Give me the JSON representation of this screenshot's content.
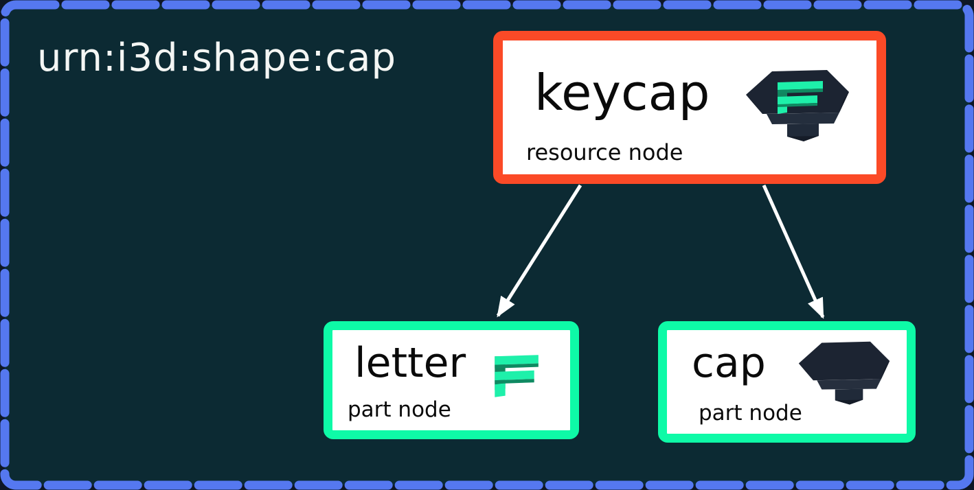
{
  "diagram": {
    "title": "urn:i3d:shape:cap",
    "frame": {
      "style": "dashed-rounded-border",
      "border_color": "#5578f0",
      "inner_background": "#0c2a33",
      "outer_background": "#0e1726"
    },
    "colors": {
      "resource_accent": "#fb4a27",
      "part_accent": "#0efaa7",
      "node_background": "#ffffff",
      "node_text": "#0a0a0a",
      "arrow": "#ffffff",
      "title_text": "#f4f6f4",
      "icon_dark_navy": "#1c2432",
      "icon_green_bright": "#1ef0aa",
      "icon_green_dark": "#12855f"
    },
    "nodes": [
      {
        "id": "keycap",
        "label": "keycap",
        "type_label": "resource node",
        "role": "resource",
        "icon": "keycap-3d-icon"
      },
      {
        "id": "letter",
        "label": "letter",
        "type_label": "part node",
        "role": "part",
        "icon": "letter-f-3d-icon"
      },
      {
        "id": "cap",
        "label": "cap",
        "type_label": "part node",
        "role": "part",
        "icon": "cap-3d-icon"
      }
    ],
    "edges": [
      {
        "from": "keycap",
        "to": "letter"
      },
      {
        "from": "keycap",
        "to": "cap"
      }
    ]
  }
}
